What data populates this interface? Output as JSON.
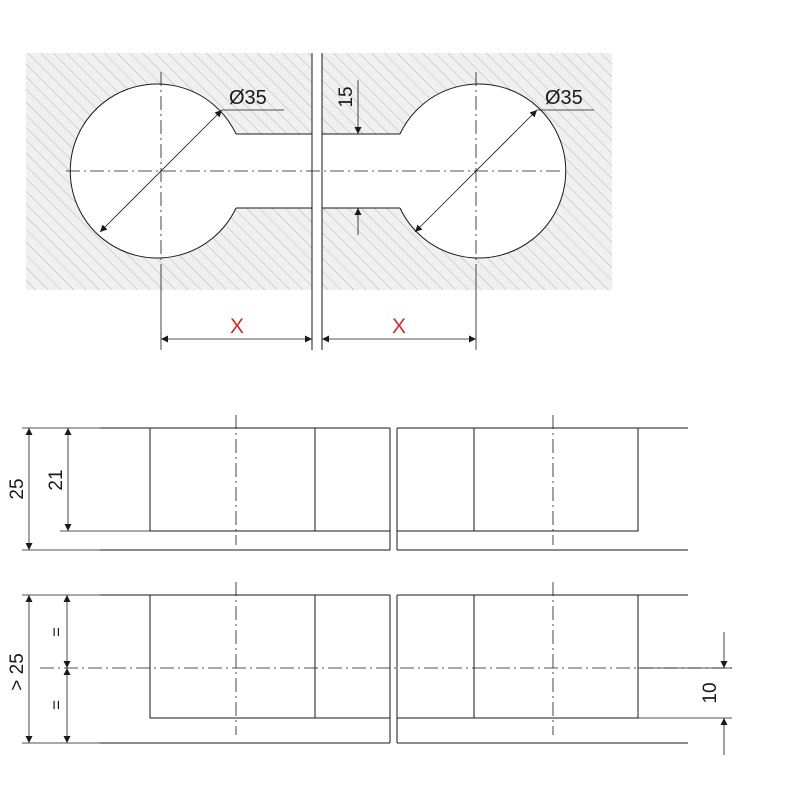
{
  "top_view": {
    "diameter_left": "Ø35",
    "diameter_right": "Ø35",
    "neck_width": "15",
    "distance_left": "X",
    "distance_right": "X"
  },
  "section_a": {
    "overall_thickness": "25",
    "recess_depth": "21"
  },
  "section_b": {
    "overall_thickness": "> 25",
    "equal_upper": "=",
    "equal_lower": "=",
    "offset": "10"
  },
  "colors": {
    "line": "#1a1a1a",
    "hatch_fill": "#f0f0f0",
    "hatch_line": "#b5b5b5",
    "dimension_accent": "#d42b2b"
  }
}
